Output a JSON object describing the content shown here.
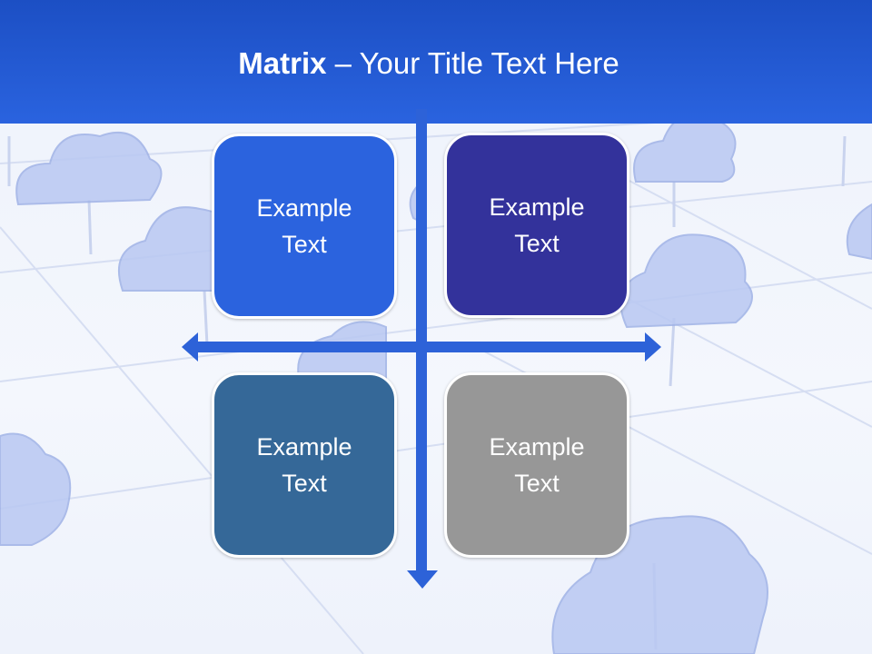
{
  "slide": {
    "title_bold": "Matrix",
    "title_rest": " – Your Title Text Here"
  },
  "quadrants": [
    {
      "text": "Example Text",
      "color": "#2b63de"
    },
    {
      "text": "Example Text",
      "color": "#33329b"
    },
    {
      "text": "Example Text",
      "color": "#356898"
    },
    {
      "text": "Example Text",
      "color": "#979797"
    }
  ],
  "colors": {
    "header": "#2a63df",
    "axis": "#2d62d8",
    "background": "#f2f5fc",
    "cloud": "#b9c8f2"
  }
}
